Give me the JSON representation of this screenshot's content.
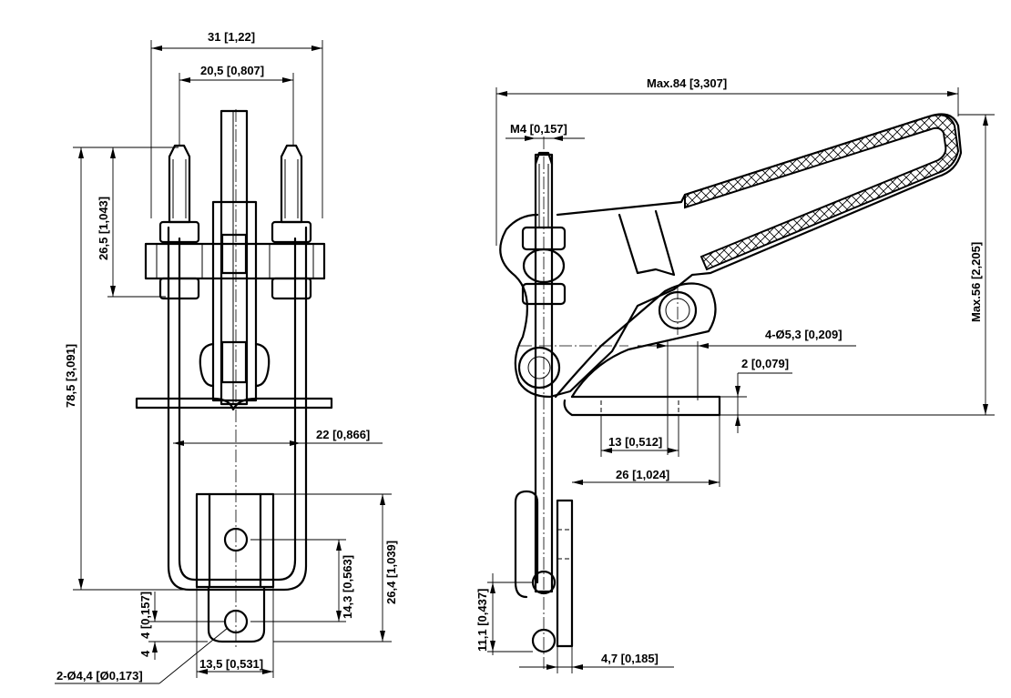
{
  "front_view": {
    "dim_overall_width": "31 [1,22]",
    "dim_stud_spacing": "20,5 [0,807]",
    "dim_stud_length": "26,5 [1,043]",
    "dim_overall_height": "78,5 [3,091]",
    "dim_inner_width": "22 [0,866]",
    "dim_block_height": "26,4 [1,039]",
    "dim_hole_spacing": "14,3 [0,563]",
    "dim_tab_offset_a": "4 [0,157]",
    "dim_tab_offset_b": "4",
    "dim_hole_diameter": "2-Ø4,4 [Ø0,173]",
    "dim_block_width": "13,5 [0,531]"
  },
  "side_view": {
    "dim_max_length": "Max.84 [3,307]",
    "dim_thread": "M4 [0,157]",
    "dim_max_height": "Max.56 [2,205]",
    "dim_mount_holes": "4-Ø5,3 [0,209]",
    "dim_base_thickness": "2 [0,079]",
    "dim_hole_pitch": "13 [0,512]",
    "dim_base_length": "26 [1,024]",
    "dim_loop_height": "11,1 [0,437]",
    "dim_plate_thickness": "4,7 [0,185]"
  }
}
